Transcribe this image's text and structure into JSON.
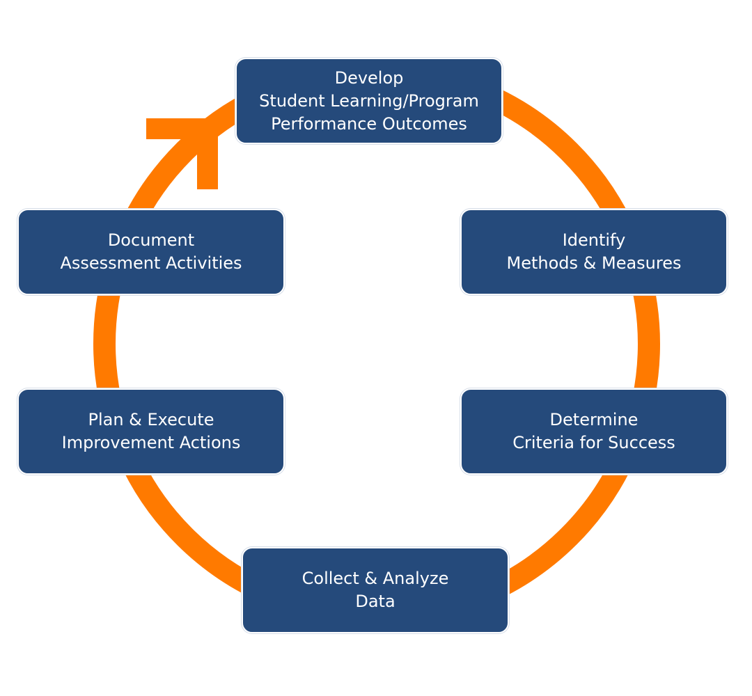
{
  "colors": {
    "box_fill": "#254a7b",
    "box_text": "#ffffff",
    "cycle_arrow": "#ff7a00"
  },
  "icons": {
    "cycle": "orange-cycle-ring",
    "arrowhead": "cycle-arrowhead-icon"
  },
  "steps": [
    {
      "id": "develop",
      "lines": [
        "Develop",
        "Student Learning/Program",
        "Performance Outcomes"
      ]
    },
    {
      "id": "identify",
      "lines": [
        "Identify",
        "Methods & Measures"
      ]
    },
    {
      "id": "determine",
      "lines": [
        "Determine",
        "Criteria for Success"
      ]
    },
    {
      "id": "collect",
      "lines": [
        "Collect & Analyze",
        "Data"
      ]
    },
    {
      "id": "plan",
      "lines": [
        "Plan & Execute",
        "Improvement Actions"
      ]
    },
    {
      "id": "document",
      "lines": [
        "Document",
        "Assessment Activities"
      ]
    }
  ]
}
